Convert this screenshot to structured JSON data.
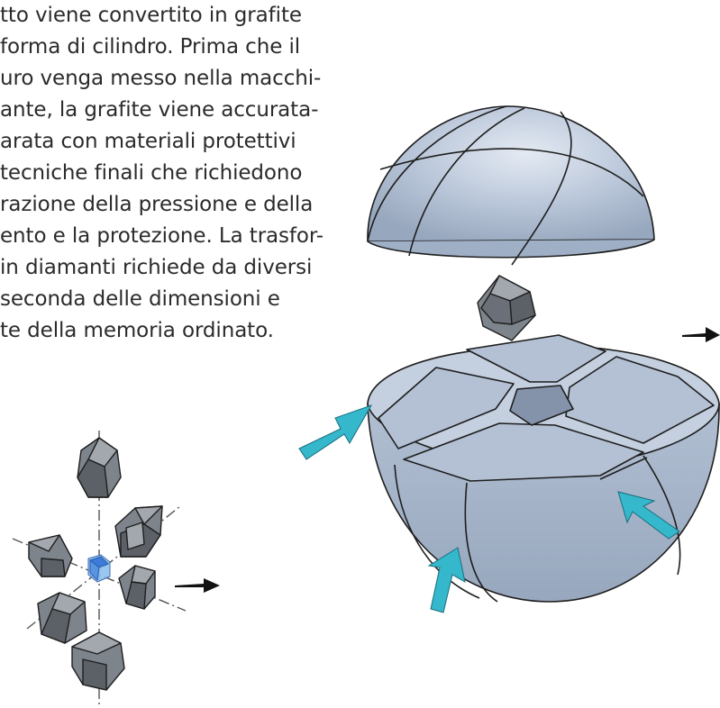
{
  "text": {
    "lines": [
      "tto viene convertito in grafite",
      " forma di cilindro. Prima che il",
      "uro venga messo nella macchi-",
      "ante, la grafite viene accurata-",
      "arata con materiali protettivi",
      "tecniche finali che richiedono",
      "razione della pressione e della",
      "ento e la protezione. La trasfor-",
      "in diamanti richiede da diversi",
      " seconda delle dimensioni e",
      "te della memoria ordinato."
    ]
  },
  "colors": {
    "text": "#2b2b2b",
    "shell_fill": "#b9c6d9",
    "shell_shade": "#8d9db4",
    "shell_highlight": "#e4eaf3",
    "anvil_dark": "#5c6168",
    "anvil_mid": "#7e848c",
    "anvil_light": "#a3a8ae",
    "pressure_arrow": "#35b7cc",
    "core_blue": "#3d7bd9",
    "core_light": "#8fc2ef",
    "outline": "#1e1e1e",
    "axis": "#555555"
  },
  "icons": {
    "process_arrow": "right-arrow-icon",
    "pressure": "pressure-arrow-icon"
  }
}
